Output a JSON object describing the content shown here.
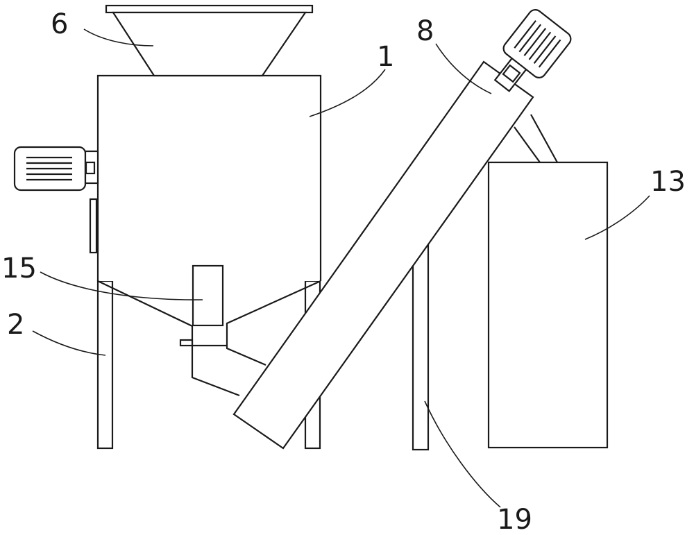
{
  "figure": {
    "labels": {
      "l1": "1",
      "l2": "2",
      "l6": "6",
      "l8": "8",
      "l13": "13",
      "l15": "15",
      "l19": "19"
    }
  },
  "colors": {
    "line": "#1a1a1a",
    "background": "#ffffff"
  }
}
